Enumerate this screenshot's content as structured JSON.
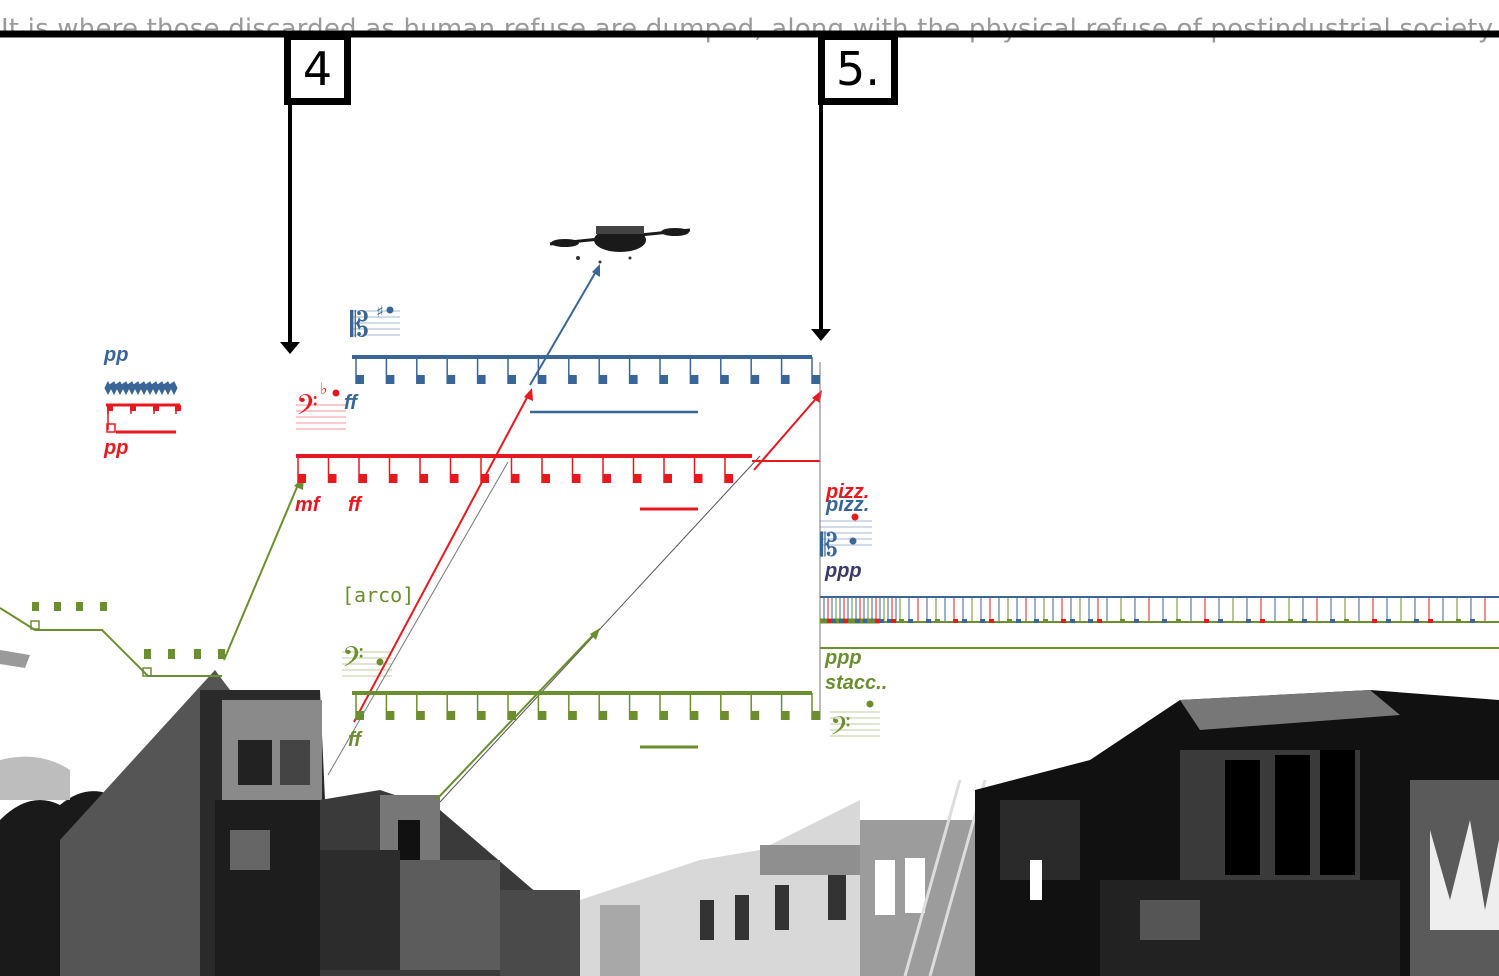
{
  "caption": "It is where those discarded as human refuse are dumped, along with the physical refuse of postindustrial society.",
  "rehearsal_marks": [
    "4",
    "5."
  ],
  "colors": {
    "viola": "#3a6697",
    "cello": "#e8191e",
    "bass": "#6b8e2e",
    "caption": "#9a9a9a",
    "ink": "#000000"
  },
  "dynamics": {
    "viola_pp": "pp",
    "cello_pp": "pp",
    "viola_ff": "ff",
    "cello_mf": "mf",
    "cello_ff": "ff",
    "bass_ff": "ff",
    "section5_ppp": "ppp",
    "bass_ppp": "ppp"
  },
  "techniques": {
    "arco": "[arco]",
    "pizz_cello": "pizz.",
    "pizz_viola": "pizz.",
    "stacc": "stacc.."
  },
  "icons": [
    "drone-icon",
    "alto-clef-icon",
    "bass-clef-icon",
    "rehearsal-arrow-icon",
    "cityscape-image"
  ]
}
